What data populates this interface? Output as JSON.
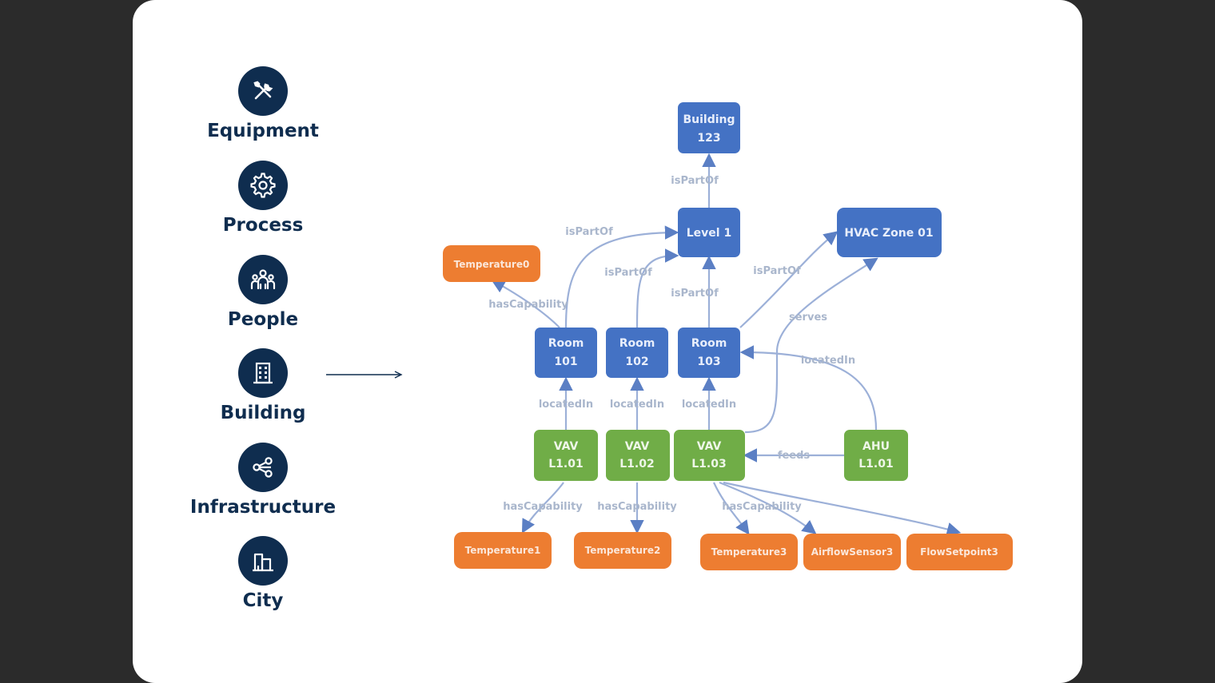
{
  "categories": [
    {
      "label": "Equipment",
      "icon": "tools-icon"
    },
    {
      "label": "Process",
      "icon": "gear-icon"
    },
    {
      "label": "People",
      "icon": "people-icon"
    },
    {
      "label": "Building",
      "icon": "building-icon"
    },
    {
      "label": "Infrastructure",
      "icon": "network-icon"
    },
    {
      "label": "City",
      "icon": "city-icon"
    }
  ],
  "diagram": {
    "nodes": {
      "building": [
        "Building",
        "123"
      ],
      "level": [
        "Level 1"
      ],
      "hvac_zone": [
        "HVAC Zone 01"
      ],
      "temperature0": [
        "Temperature0"
      ],
      "room101": [
        "Room",
        "101"
      ],
      "room102": [
        "Room",
        "102"
      ],
      "room103": [
        "Room",
        "103"
      ],
      "vav1": [
        "VAV",
        "L1.01"
      ],
      "vav2": [
        "VAV",
        "L1.02"
      ],
      "vav3": [
        "VAV",
        "L1.03"
      ],
      "ahu": [
        "AHU",
        "L1.01"
      ],
      "temperature1": [
        "Temperature1"
      ],
      "temperature2": [
        "Temperature2"
      ],
      "temperature3": [
        "Temperature3"
      ],
      "airflow": [
        "AirflowSensor3"
      ],
      "flowsetpoint": [
        "FlowSetpoint3"
      ]
    },
    "edge_labels": {
      "ispartof_level_building": "isPartOf",
      "ispartof_room101_level": "isPartOf",
      "ispartof_room102_level": "isPartOf",
      "ispartof_room103_level": "isPartOf",
      "ispartof_room103_zone": "isPartOf",
      "serves": "serves",
      "hascap_room101": "hasCapability",
      "locatedin_vav1": "locatedIn",
      "locatedin_vav2": "locatedIn",
      "locatedin_vav3": "locatedIn",
      "locatedin_ahu": "locatedIn",
      "feeds": "feeds",
      "hascap_vav1": "hasCapability",
      "hascap_vav2": "hasCapability",
      "hascap_vav3": "hasCapability"
    },
    "colors": {
      "space": "#4472c4",
      "equipment": "#70ad47",
      "point": "#ed7d31",
      "edge": "#5b7fc4"
    }
  }
}
